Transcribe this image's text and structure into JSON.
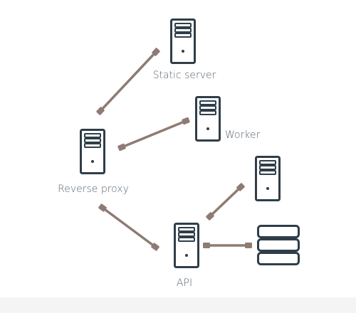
{
  "diagram": {
    "colors": {
      "node_stroke": "#2f3e49",
      "node_fill": "#ffffff",
      "cable": "#8e7b73",
      "label": "#5a6570",
      "floor": "#f4f4f4"
    },
    "nodes": {
      "static_server": {
        "label": "Static server",
        "icon": "server-icon"
      },
      "worker": {
        "label": "Worker",
        "icon": "server-icon"
      },
      "reverse_proxy": {
        "label": "Reverse proxy",
        "icon": "server-icon"
      },
      "api": {
        "label": "API",
        "icon": "server-icon"
      },
      "unlabeled_server": {
        "label": "",
        "icon": "server-icon"
      },
      "database": {
        "label": "",
        "icon": "database-icon"
      }
    },
    "connections": [
      {
        "from": "reverse_proxy",
        "to": "static_server"
      },
      {
        "from": "reverse_proxy",
        "to": "worker"
      },
      {
        "from": "reverse_proxy",
        "to": "api"
      },
      {
        "from": "api",
        "to": "unlabeled_server"
      },
      {
        "from": "api",
        "to": "database"
      }
    ]
  }
}
